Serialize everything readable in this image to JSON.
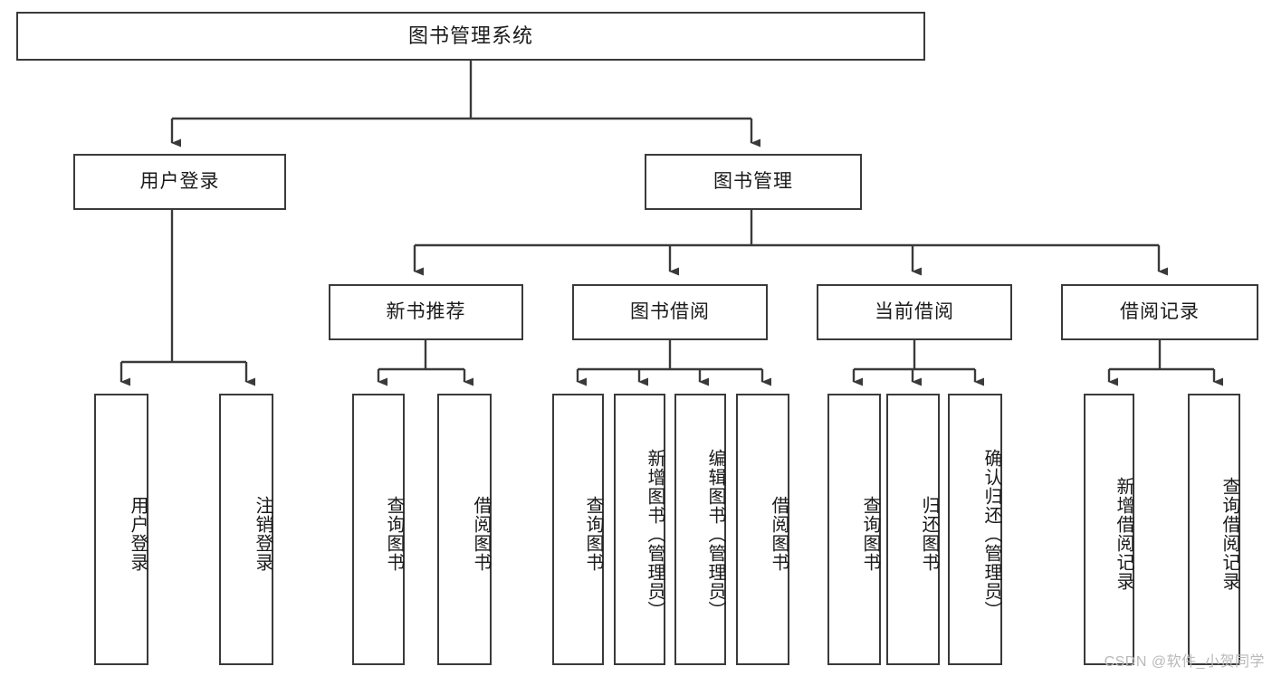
{
  "diagram": {
    "title": "图书管理系统",
    "type": "tree",
    "stroke_color": "#3a3a3a",
    "text_color": "#1a1a1a",
    "background": "#ffffff",
    "root": {
      "label": "图书管理系统"
    },
    "level2": [
      {
        "label": "用户登录"
      },
      {
        "label": "图书管理"
      }
    ],
    "level3": [
      {
        "label": "新书推荐"
      },
      {
        "label": "图书借阅"
      },
      {
        "label": "当前借阅"
      },
      {
        "label": "借阅记录"
      }
    ],
    "leaves": {
      "user_login": [
        {
          "label": "用户登录"
        },
        {
          "label": "注销登录"
        }
      ],
      "new_book_recommend": [
        {
          "label": "查询图书"
        },
        {
          "label": "借阅图书"
        }
      ],
      "book_borrow": [
        {
          "label": "查询图书"
        },
        {
          "label": "新增图书（管理员）"
        },
        {
          "label": "编辑图书（管理员）"
        },
        {
          "label": "借阅图书"
        }
      ],
      "current_borrow": [
        {
          "label": "查询图书"
        },
        {
          "label": "归还图书"
        },
        {
          "label": "确认归还（管理员）"
        }
      ],
      "borrow_record": [
        {
          "label": "新增借阅记录"
        },
        {
          "label": "查询借阅记录"
        }
      ]
    },
    "watermark": "CSDN @软件_小贺同学"
  }
}
